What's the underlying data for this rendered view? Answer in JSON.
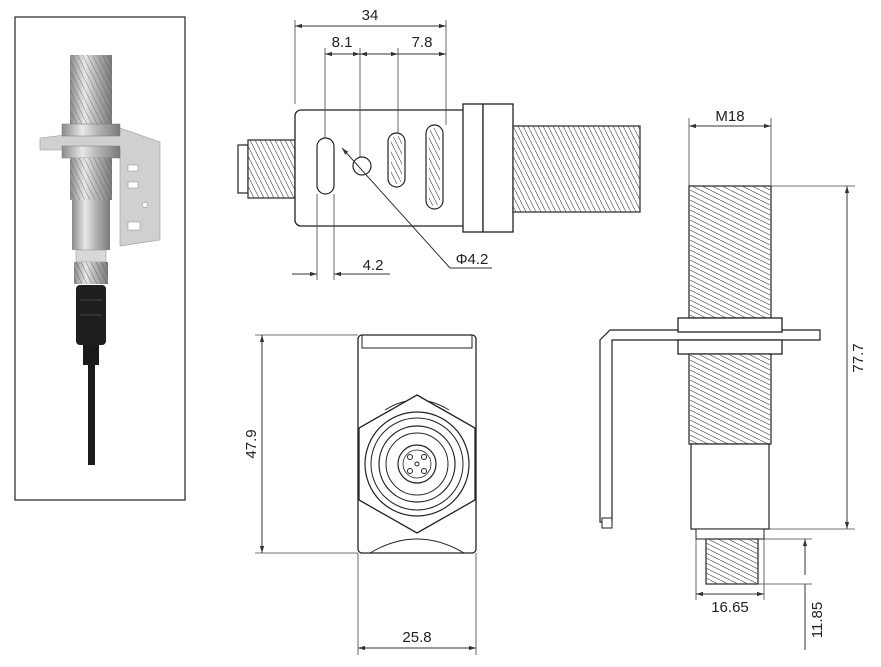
{
  "dimensions": {
    "side_overall": "34",
    "side_slot_1": "8.1",
    "side_slot_2": "7.8",
    "side_hole_offset": "4.2",
    "side_hole_dia": "Φ4.2",
    "front_height": "47.9",
    "front_width": "25.8",
    "thread_size": "M18",
    "sensor_length": "77.7",
    "connector_width": "16.65",
    "connector_length": "11.85"
  },
  "colors": {
    "line": "#333333",
    "metal": "#c8c8c8",
    "metal_dark": "#8a8a8a",
    "cable": "#1a1a1a"
  }
}
